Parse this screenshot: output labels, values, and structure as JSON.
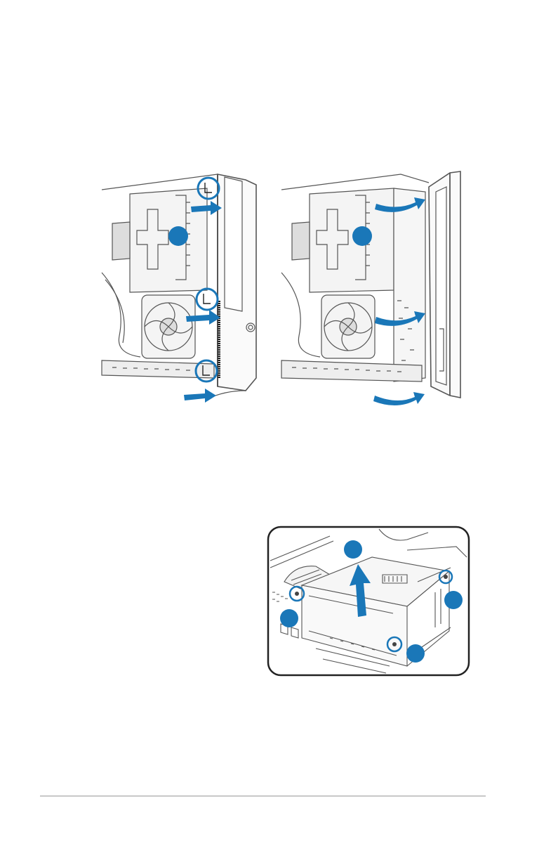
{
  "page": {
    "figures": [
      {
        "name": "front-panel-removal-arrows",
        "colors": {
          "accent": "#1a77b8",
          "line": "#555555"
        }
      },
      {
        "name": "front-panel-swing-open",
        "colors": {
          "accent": "#1a77b8",
          "line": "#555555"
        }
      },
      {
        "name": "drive-cage-removal",
        "colors": {
          "accent": "#1a77b8",
          "line": "#555555"
        }
      }
    ],
    "icons": [
      "arrow-right-icon",
      "curved-arrow-icon",
      "arrow-up-icon",
      "callout-circle-icon",
      "fan-icon",
      "screw-icon"
    ],
    "footer_rule_color": "#c8c8c8"
  }
}
